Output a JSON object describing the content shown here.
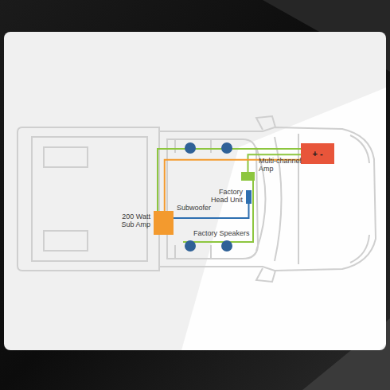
{
  "diagram": {
    "nodes": [
      {
        "text": [
          "+ -"
        ]
      },
      {
        "text": [
          "Multi-channel Amp"
        ]
      },
      {
        "text": [
          "Factory Head Unit"
        ]
      },
      {
        "text": [
          "200 Watt Sub Amp"
        ]
      }
    ],
    "edges": [
      {
        "from": 0,
        "to": 1,
        "arrow": "none"
      },
      {
        "from": 0,
        "to": 3,
        "arrow": "none"
      },
      {
        "from": 2,
        "to": 3,
        "arrow": "none"
      }
    ],
    "labels": [
      "Subwoofer",
      "Factory Speakers"
    ]
  }
}
